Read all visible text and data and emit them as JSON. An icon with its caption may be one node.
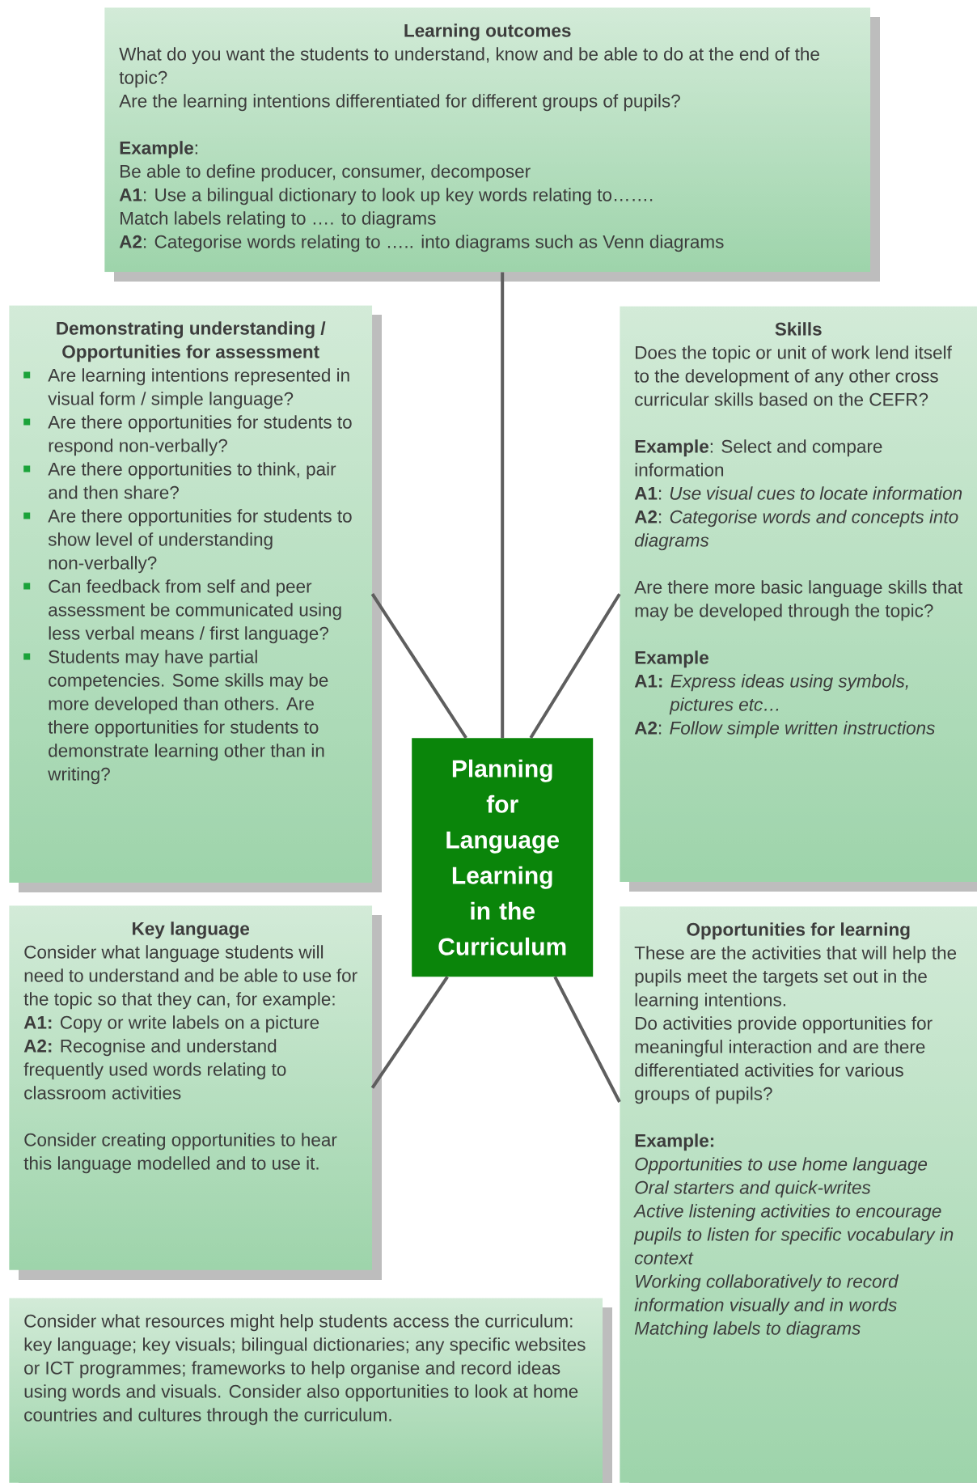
{
  "diagram": {
    "nodes": [
      {
        "text": [
          "Learning outcomes",
          "What do you want the students to understand, know and be able to do at the end of the topic?",
          "Are the learning intentions differentiated for different groups of pupils?",
          "**Example**:",
          "Be able to define producer, consumer, decomposer",
          "**A1**: Use a bilingual dictionary to look up key words relating to…….",
          "Match labels relating to …. to diagrams",
          "**A2**: Categorise words relating to ….. into diagrams such as Venn diagrams"
        ]
      },
      {
        "text": [
          "Demonstrating understanding / Opportunities for assessment",
          "Are learning intentions represented in visual form / simple language?",
          "Are there opportunities for students to respond non-verbally?",
          "Are there opportunities to think, pair and then share?",
          "Are there opportunities for students to show level of understanding non-verbally?",
          "Can feedback from self and peer assessment be communicated using less verbal means / first language?",
          "Students may have partial competencies. Some skills may be more developed than others. Are there opportunities for students to demonstrate learning other than in writing?"
        ]
      },
      {
        "text": [
          "Skills",
          "Does the topic or unit of work lend itself to the development of any other cross curricular skills based on the CEFR?",
          "**Example**: Select and compare information",
          "**A1**: *Use visual cues to locate information*",
          "**A2**: *Categorise words and concepts into diagrams*",
          "Are there more basic language skills that may be developed through the topic?",
          "**Example**",
          "**A1:** *Express ideas using symbols, pictures etc…*",
          "**A2**: *Follow simple written instructions*"
        ]
      },
      {
        "text": [
          "Planning for Language Learning in the Curriculum"
        ]
      },
      {
        "text": [
          "Key language",
          "Consider what language students will need to understand and be able to use for the topic so that they can, for example:",
          "**A1:** Copy or write labels on a picture",
          "**A2:** Recognise and understand frequently used words relating to classroom activities",
          "Consider creating opportunities to hear this language modelled and to use it."
        ]
      },
      {
        "text": [
          "Opportunities for learning",
          "These are the activities that will help the pupils meet the targets set out in the learning intentions.",
          "Do activities provide opportunities for meaningful interaction and are there differentiated activities for various groups of pupils?",
          "Example:",
          "Opportunities to use home language",
          "Oral starters and quick-writes",
          "Active listening activities to encourage pupils to listen for specific vocabulary in context",
          "Working collaboratively to record information visually and in words",
          "Matching labels to diagrams"
        ]
      },
      {
        "text": [
          "Consider what resources might help students access the curriculum: key language; key visuals; bilingual dictionaries; any specific websites or ICT programmes; frameworks to help organise and record ideas using words and visuals.  Consider also opportunities to look at home countries and cultures through the curriculum."
        ]
      }
    ],
    "edges": [
      {
        "from": 3,
        "to": 0,
        "arrow": "none"
      },
      {
        "from": 3,
        "to": 1,
        "arrow": "none"
      },
      {
        "from": 3,
        "to": 2,
        "arrow": "none"
      },
      {
        "from": 3,
        "to": 4,
        "arrow": "none"
      },
      {
        "from": 3,
        "to": 5,
        "arrow": "none"
      }
    ]
  }
}
